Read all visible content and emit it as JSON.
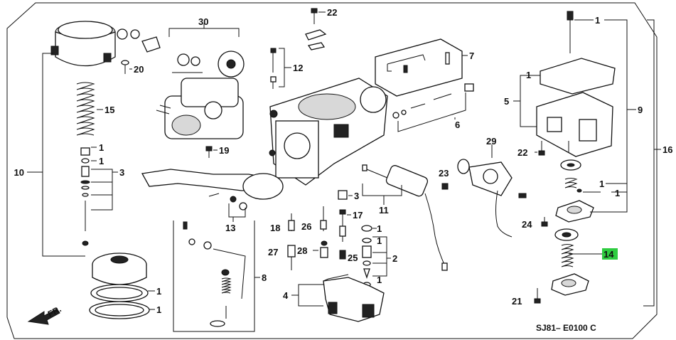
{
  "diagram": {
    "catalog_code": "SJ81– E0100 C",
    "front_indicator": "FR.",
    "highlight_color": "#2ecc40",
    "callouts": {
      "c1_top": "1",
      "c1_mid": "1",
      "c1_a": "1",
      "c1_b": "1",
      "c1_c": "1",
      "c1_d": "1",
      "c1_e": "1",
      "c1_f": "1",
      "c1_g": "1",
      "c1_h": "1",
      "c1_i": "1",
      "c2": "2",
      "c3a": "3",
      "c3b": "3",
      "c4": "4",
      "c5": "5",
      "c6": "6",
      "c7": "7",
      "c8": "8",
      "c9": "9",
      "c10": "10",
      "c11": "11",
      "c12": "12",
      "c13": "13",
      "c14": "14",
      "c15": "15",
      "c16": "16",
      "c17": "17",
      "c18": "18",
      "c19": "19",
      "c20": "20",
      "c21": "21",
      "c22a": "22",
      "c22b": "22",
      "c23": "23",
      "c24": "24",
      "c25": "25",
      "c26": "26",
      "c27": "27",
      "c28": "28",
      "c29": "29",
      "c30": "30"
    }
  }
}
